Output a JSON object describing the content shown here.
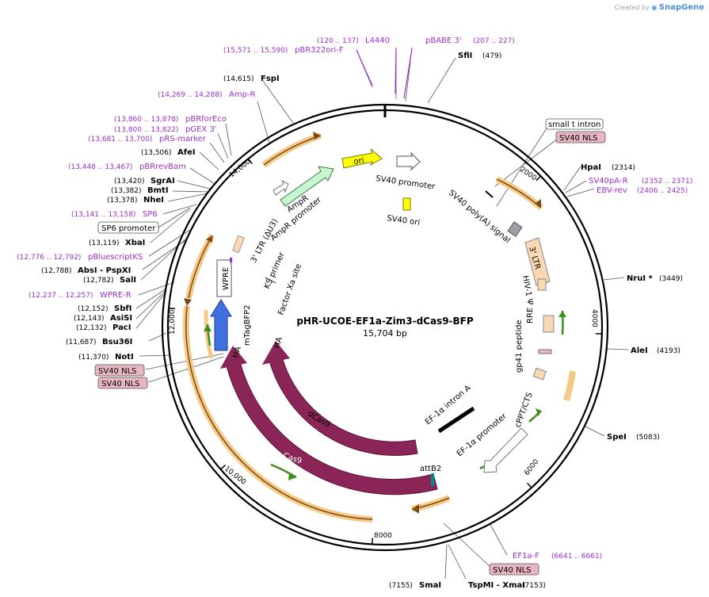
{
  "header": {
    "credit_prefix": "Created by",
    "credit_brand": "SnapGene"
  },
  "plasmid": {
    "name": "pHR-UCOE-EF1a-Zim3-dCas9-BFP",
    "size": "15,704 bp",
    "total_bp": 15704
  },
  "colors": {
    "enzyme": "#000000",
    "primer": "#9b30c8",
    "backbone": "#000000",
    "misc_orange": "#f0a43a",
    "orf_arrow": "#7a4a10",
    "green_arrow": "#3c8c1e",
    "cas9": "#8b2457",
    "bfp": "#3f6fe0",
    "ori": "#ffff00",
    "ampr": "#c7f5cf",
    "ltr": "#fbd8b4",
    "nls_box": "#e8b5c3"
  },
  "ticks": [
    {
      "bp": 2000,
      "label": "2000"
    },
    {
      "bp": 4000,
      "label": "4000"
    },
    {
      "bp": 6000,
      "label": "6000"
    },
    {
      "bp": 8000,
      "label": "8000"
    },
    {
      "bp": 10000,
      "label": "10,000"
    },
    {
      "bp": 12000,
      "label": "12,000"
    },
    {
      "bp": 14000,
      "label": "14,000"
    }
  ],
  "labels_left": [
    {
      "name": "FspI",
      "pos": "(14,615)",
      "kind": "enzyme"
    },
    {
      "name": "Amp-R",
      "pos": "(14,269 .. 14,288)",
      "kind": "primer"
    },
    {
      "name": "pBRforEco",
      "pos": "(13,860 .. 13,878)",
      "kind": "primer"
    },
    {
      "name": "pGEX 3'",
      "pos": "(13,800 .. 13,822)",
      "kind": "primer"
    },
    {
      "name": "pRS-marker",
      "pos": "(13,681 .. 13,700)",
      "kind": "primer"
    },
    {
      "name": "AfeI",
      "pos": "(13,506)",
      "kind": "enzyme"
    },
    {
      "name": "pBRrevBam",
      "pos": "(13,448 .. 13,467)",
      "kind": "primer"
    },
    {
      "name": "SgrAI",
      "pos": "(13,420)",
      "kind": "enzyme"
    },
    {
      "name": "BmtI",
      "pos": "(13,382)",
      "kind": "enzyme"
    },
    {
      "name": "NheI",
      "pos": "(13,378)",
      "kind": "enzyme"
    },
    {
      "name": "SP6",
      "pos": "(13,141 .. 13,158)",
      "kind": "primer"
    },
    {
      "name": "SP6 promoter",
      "pos": "",
      "kind": "box"
    },
    {
      "name": "XbaI",
      "pos": "(13,119)",
      "kind": "enzyme"
    },
    {
      "name": "pBluescriptKS",
      "pos": "(12,776 .. 12,792)",
      "kind": "primer"
    },
    {
      "name": "AbsI - PspXI",
      "pos": "(12,788)",
      "kind": "enzyme"
    },
    {
      "name": "SalI",
      "pos": "(12,782)",
      "kind": "enzyme"
    },
    {
      "name": "WPRE-R",
      "pos": "(12,237 .. 12,257)",
      "kind": "primer"
    },
    {
      "name": "SbfI",
      "pos": "(12,152)",
      "kind": "enzyme"
    },
    {
      "name": "AsiSI",
      "pos": "(12,143)",
      "kind": "enzyme"
    },
    {
      "name": "PacI",
      "pos": "(12,132)",
      "kind": "enzyme"
    },
    {
      "name": "Bsu36I",
      "pos": "(11,687)",
      "kind": "enzyme"
    },
    {
      "name": "NotI",
      "pos": "(11,370)",
      "kind": "enzyme"
    },
    {
      "name": "SV40 NLS",
      "pos": "",
      "kind": "nls"
    },
    {
      "name": "SV40 NLS",
      "pos": "",
      "kind": "nls"
    }
  ],
  "labels_top": [
    {
      "name": "pBR322ori-F",
      "pos": "(15,571 .. 15,590)",
      "kind": "primer"
    },
    {
      "name": "L4440",
      "pos": "(120 .. 137)",
      "kind": "primer"
    },
    {
      "name": "pBABE 3'",
      "pos": "(207 .. 227)",
      "kind": "primer"
    },
    {
      "name": "SfiI",
      "pos": "(479)",
      "kind": "enzyme"
    }
  ],
  "labels_right": [
    {
      "name": "small t intron",
      "pos": "",
      "kind": "box"
    },
    {
      "name": "SV40 NLS",
      "pos": "",
      "kind": "nls"
    },
    {
      "name": "HpaI",
      "pos": "(2314)",
      "kind": "enzyme"
    },
    {
      "name": "SV40pA-R",
      "pos": "(2352 .. 2371)",
      "kind": "primer"
    },
    {
      "name": "EBV-rev",
      "pos": "(2406 .. 2425)",
      "kind": "primer"
    },
    {
      "name": "NruI *",
      "pos": "(3449)",
      "kind": "enzyme"
    },
    {
      "name": "AleI",
      "pos": "(4193)",
      "kind": "enzyme"
    },
    {
      "name": "SpeI",
      "pos": "(5083)",
      "kind": "enzyme"
    }
  ],
  "labels_bottom": [
    {
      "name": "EF1a-F",
      "pos": "(6641 .. 6661)",
      "kind": "primer"
    },
    {
      "name": "SV40 NLS",
      "pos": "",
      "kind": "nls"
    },
    {
      "name": "SmaI",
      "pos": "(7155)",
      "kind": "enzyme"
    },
    {
      "name": "TspMI - XmaI",
      "pos": "(7153)",
      "kind": "enzyme"
    }
  ],
  "features": {
    "ori": "ori",
    "sv40_promoter": "SV40 promoter",
    "sv40_ori": "SV40 ori",
    "ampr": "AmpR",
    "ampr_promoter": "AmpR promoter",
    "ltr5": "3' LTR (ΔU3)",
    "ks_primer": "KS primer",
    "factor_xa": "Factor Xa site",
    "wpre": "WPRE",
    "mtagbfp2": "mTagBFP2",
    "ha1": "HA",
    "ha2": "HA",
    "dcas9": "dCas9",
    "cas9": "Cas9",
    "ef1a_intron": "EF-1α intron A",
    "ef1a_promoter": "EF-1α promoter",
    "attb2": "attB2",
    "cppt": "cPPT/CTS",
    "gp41": "gp41 peptide",
    "rre": "RRE",
    "hiv_psi": "HIV-1 Ψ",
    "ltr3": "3' LTR",
    "sv40_polya": "SV40 poly(A) signal"
  }
}
